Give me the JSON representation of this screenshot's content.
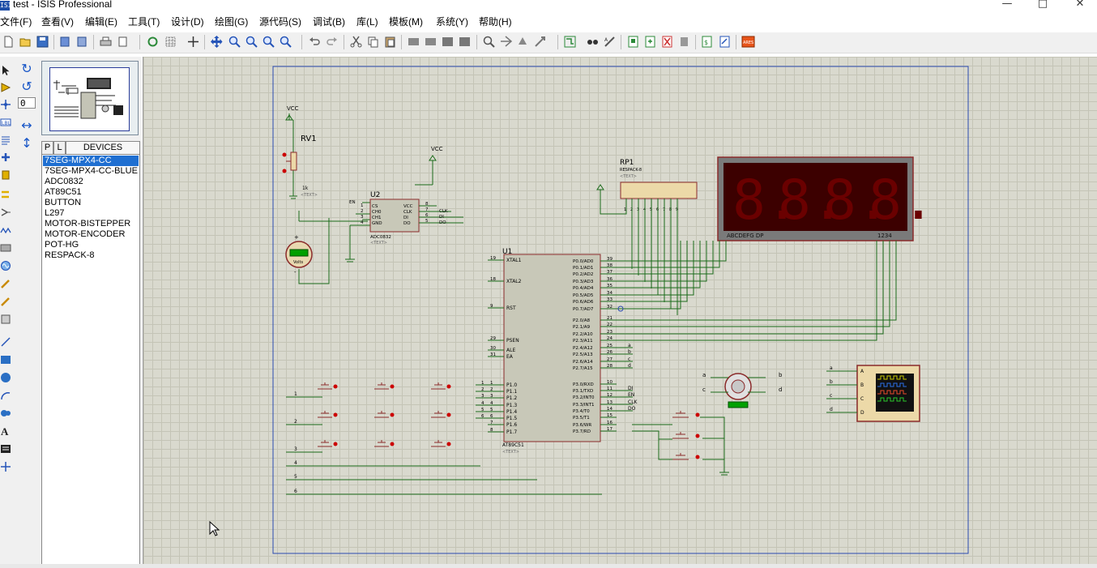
{
  "window": {
    "title": "test - ISIS Professional",
    "app_icon_text": "ISIS",
    "controls": [
      "minimize-icon",
      "maximize-icon",
      "close-icon"
    ]
  },
  "menu": [
    "文件(F)",
    "查看(V)",
    "编辑(E)",
    "工具(T)",
    "设计(D)",
    "绘图(G)",
    "源代码(S)",
    "调试(B)",
    "库(L)",
    "模板(M)",
    "系统(Y)",
    "帮助(H)"
  ],
  "toolbar_icons": [
    "new-file-icon",
    "open-file-icon",
    "save-icon",
    "import-icon",
    "export-icon",
    "print-icon",
    "print-area-icon",
    "refresh-icon",
    "grid-icon",
    "origin-icon",
    "pan-icon",
    "zoom-in-icon",
    "zoom-out-icon",
    "zoom-all-icon",
    "zoom-area-icon",
    "undo-icon",
    "redo-icon",
    "cut-icon",
    "copy-icon",
    "paste-icon",
    "block-copy-icon",
    "block-move-icon",
    "block-rotate-icon",
    "block-delete-icon",
    "pick-device-icon",
    "make-device-icon",
    "packaging-icon",
    "decompose-icon",
    "wire-autorouter-icon",
    "search-icon",
    "property-assign-icon",
    "new-sheet-icon",
    "remove-sheet-icon",
    "exit-sheet-icon",
    "bom-icon",
    "netlist-icon",
    "ares-icon"
  ],
  "sidebar": {
    "angle_value": "0",
    "device_tabs": [
      "P",
      "L",
      "DEVICES"
    ],
    "devices": [
      "7SEG-MPX4-CC",
      "7SEG-MPX4-CC-BLUE",
      "ADC0832",
      "AT89C51",
      "BUTTON",
      "L297",
      "MOTOR-BISTEPPER",
      "MOTOR-ENCODER",
      "POT-HG",
      "RESPACK-8"
    ],
    "selected_device": "7SEG-MPX4-CC"
  },
  "schematic": {
    "rv1": {
      "ref": "RV1",
      "value": "1k",
      "text": "<TEXT>",
      "vcc": "VCC"
    },
    "voltmeter": {
      "unit": "Volts",
      "plus": "+",
      "minus": "-"
    },
    "u2": {
      "ref": "U2",
      "part": "ADC0832",
      "text": "<TEXT>",
      "vcc": "VCC",
      "left_pins": [
        {
          "n": "1",
          "name": "CS",
          "net": "EN"
        },
        {
          "n": "2",
          "name": "CH0",
          "net": ""
        },
        {
          "n": "3",
          "name": "CH1",
          "net": ""
        },
        {
          "n": "4",
          "name": "GND",
          "net": ""
        }
      ],
      "right_pins": [
        {
          "n": "8",
          "name": "VCC",
          "net": ""
        },
        {
          "n": "7",
          "name": "CLK",
          "net": "CLK"
        },
        {
          "n": "6",
          "name": "DI",
          "net": "DI"
        },
        {
          "n": "5",
          "name": "DO",
          "net": "DO"
        }
      ]
    },
    "rp1": {
      "ref": "RP1",
      "part": "RESPACK-8",
      "text": "<TEXT>",
      "pins": [
        "1",
        "2",
        "3",
        "4",
        "5",
        "6",
        "7",
        "8",
        "9"
      ]
    },
    "display": {
      "segments_label": "ABCDEFG  DP",
      "digits_label": "1234",
      "digit_glyph": "8."
    },
    "u1": {
      "ref": "U1",
      "part": "AT89C51",
      "text": "<TEXT>",
      "left_pins": [
        {
          "n": "19",
          "name": "XTAL1"
        },
        {
          "n": "18",
          "name": "XTAL2"
        },
        {
          "n": "9",
          "name": "RST"
        },
        {
          "n": "29",
          "name": "PSEN"
        },
        {
          "n": "30",
          "name": "ALE"
        },
        {
          "n": "31",
          "name": "EA"
        },
        {
          "n": "1",
          "name": "P1.0"
        },
        {
          "n": "2",
          "name": "P1.1"
        },
        {
          "n": "3",
          "name": "P1.2"
        },
        {
          "n": "4",
          "name": "P1.3"
        },
        {
          "n": "5",
          "name": "P1.4"
        },
        {
          "n": "6",
          "name": "P1.5"
        },
        {
          "n": "7",
          "name": "P1.6"
        },
        {
          "n": "8",
          "name": "P1.7"
        }
      ],
      "right_pins": [
        {
          "n": "39",
          "name": "P0.0/AD0",
          "net": ""
        },
        {
          "n": "38",
          "name": "P0.1/AD1",
          "net": ""
        },
        {
          "n": "37",
          "name": "P0.2/AD2",
          "net": ""
        },
        {
          "n": "36",
          "name": "P0.3/AD3",
          "net": ""
        },
        {
          "n": "35",
          "name": "P0.4/AD4",
          "net": ""
        },
        {
          "n": "34",
          "name": "P0.5/AD5",
          "net": ""
        },
        {
          "n": "33",
          "name": "P0.6/AD6",
          "net": ""
        },
        {
          "n": "32",
          "name": "P0.7/AD7",
          "net": ""
        },
        {
          "n": "21",
          "name": "P2.0/A8",
          "net": ""
        },
        {
          "n": "22",
          "name": "P2.1/A9",
          "net": ""
        },
        {
          "n": "23",
          "name": "P2.2/A10",
          "net": ""
        },
        {
          "n": "24",
          "name": "P2.3/A11",
          "net": ""
        },
        {
          "n": "25",
          "name": "P2.4/A12",
          "net": "a"
        },
        {
          "n": "26",
          "name": "P2.5/A13",
          "net": "b"
        },
        {
          "n": "27",
          "name": "P2.6/A14",
          "net": "c"
        },
        {
          "n": "28",
          "name": "P2.7/A15",
          "net": "d"
        },
        {
          "n": "10",
          "name": "P3.0/RXD",
          "net": ""
        },
        {
          "n": "11",
          "name": "P3.1/TXD",
          "net": "DI"
        },
        {
          "n": "12",
          "name": "P3.2/INT0",
          "net": "EN"
        },
        {
          "n": "13",
          "name": "P3.3/INT1",
          "net": "CLK"
        },
        {
          "n": "14",
          "name": "P3.4/T0",
          "net": "DO"
        },
        {
          "n": "15",
          "name": "P3.5/T1",
          "net": ""
        },
        {
          "n": "16",
          "name": "P3.6/WR",
          "net": ""
        },
        {
          "n": "17",
          "name": "P3.7/RD",
          "net": ""
        }
      ]
    },
    "p1_labels": [
      "1",
      "2",
      "3",
      "4",
      "5",
      "6"
    ],
    "keypad_rows": [
      "1",
      "2",
      "3",
      "4",
      "5",
      "6"
    ],
    "motor": {
      "labels": [
        "a",
        "c",
        "b",
        "d"
      ]
    },
    "scope": {
      "channels": [
        "A",
        "B",
        "C",
        "D"
      ],
      "nets": [
        "a",
        "b",
        "c",
        "d"
      ]
    }
  }
}
